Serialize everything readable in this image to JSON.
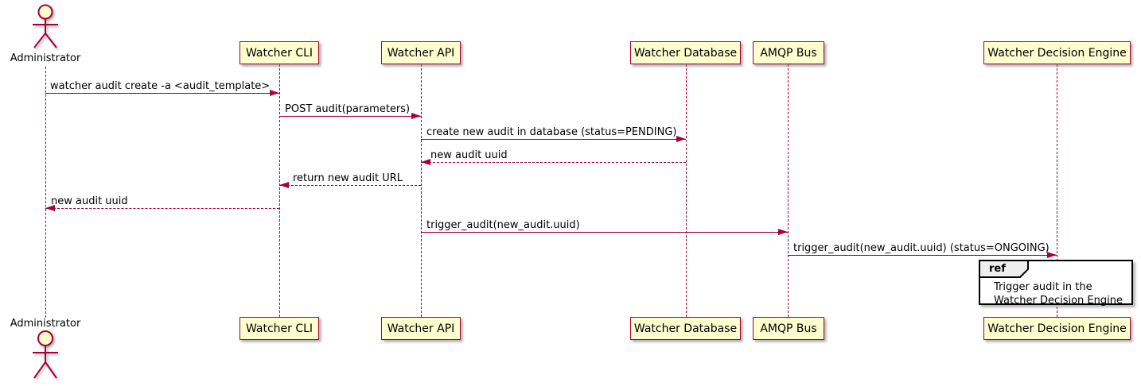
{
  "diagram_type": "sequence",
  "participants": [
    {
      "label": "Administrator",
      "type": "actor"
    },
    {
      "label": "Watcher CLI",
      "type": "participant"
    },
    {
      "label": "Watcher API",
      "type": "participant"
    },
    {
      "label": "Watcher Database",
      "type": "participant"
    },
    {
      "label": "AMQP Bus",
      "type": "participant"
    },
    {
      "label": "Watcher Decision Engine",
      "type": "participant"
    }
  ],
  "messages": [
    {
      "from": "Administrator",
      "to": "Watcher CLI",
      "label": "watcher audit create -a <audit_template>",
      "line": "solid",
      "direction": "right"
    },
    {
      "from": "Watcher CLI",
      "to": "Watcher API",
      "label": "POST audit(parameters)",
      "line": "solid",
      "direction": "right"
    },
    {
      "from": "Watcher API",
      "to": "Watcher Database",
      "label": "create new audit in database (status=PENDING)",
      "line": "solid",
      "direction": "right"
    },
    {
      "from": "Watcher Database",
      "to": "Watcher API",
      "label": "new audit uuid",
      "line": "dashed",
      "direction": "left"
    },
    {
      "from": "Watcher API",
      "to": "Watcher CLI",
      "label": "return new audit URL",
      "line": "dashed",
      "direction": "left"
    },
    {
      "from": "Watcher CLI",
      "to": "Administrator",
      "label": "new audit uuid",
      "line": "dashed",
      "direction": "left"
    },
    {
      "from": "Watcher API",
      "to": "AMQP Bus",
      "label": "trigger_audit(new_audit.uuid)",
      "line": "solid",
      "direction": "right"
    },
    {
      "from": "AMQP Bus",
      "to": "Watcher Decision Engine",
      "label": "trigger_audit(new_audit.uuid) (status=ONGOING)",
      "line": "solid",
      "direction": "right"
    }
  ],
  "ref": {
    "keyword": "ref",
    "over": "Watcher Decision Engine",
    "line1": "Trigger audit in the",
    "line2": "Watcher Decision Engine"
  },
  "colors": {
    "accent": "#A80036",
    "participant_fill": "#FEFECE",
    "ref_header_fill": "#EEEEEE",
    "ref_border": "#000000",
    "text": "#000000",
    "background": "#FFFFFF"
  }
}
